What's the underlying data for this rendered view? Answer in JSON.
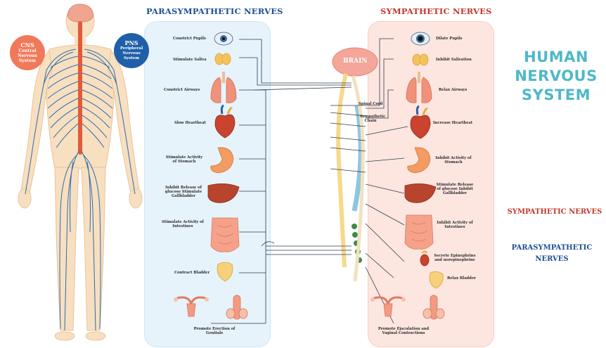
{
  "title_lines": [
    "HUMAN",
    "NERVOUS",
    "SYSTEM"
  ],
  "parasympathetic": {
    "heading": "PARASYMPATHETIC NERVES",
    "labels": [
      "Constrict Pupils",
      "Stimulate Saliva",
      "Constrict Airways",
      "Slow Heartbeat",
      "Stimulate Activity of Stomach",
      "Inhibit Release of glucose Stimulate Gallbladder",
      "Stimulate Activity of Intestines",
      "Contract Bladder",
      "Promote Erection of Genitals"
    ]
  },
  "sympathetic": {
    "heading": "SYMPATHETIC NERVES",
    "labels": [
      "Dilate Pupils",
      "Inhibit Salivation",
      "Relax Airways",
      "Increase Heartbeat",
      "Inhibit Activity of Stomach",
      "Stimulate Release of glucose Inhibit Gallbladder",
      "Inhibit Activity of Intestines",
      "Secrete Epinephrine and norepinephrine",
      "Relax Bladder",
      "Promote Ejaculation and Vaginal Contractions"
    ]
  },
  "cns_badge": {
    "line1": "CNS",
    "line2": "Central",
    "line3": "Nervous",
    "line4": "System"
  },
  "pns_badge": {
    "line1": "PNS",
    "line2": "Peripheral",
    "line3": "Nervous",
    "line4": "System"
  },
  "brain_label": "BRAIN",
  "spinal_cord_label": "Spinal Cord",
  "sympathetic_chain_label": "Sympathetic Chain",
  "legend": {
    "sympathetic": "SYMPATHETIC NERVES",
    "parasympathetic_line1": "PARASYMPATHETIC",
    "parasympathetic_line2": "NERVES"
  },
  "colors": {
    "sympathetic": "#c0392b",
    "parasympathetic": "#1d4f91",
    "title": "#4fb8c8",
    "cns": "#f0795a",
    "pns": "#1f5fa8",
    "nerve": "#2a6db5",
    "skin": "#f8dfbf"
  }
}
